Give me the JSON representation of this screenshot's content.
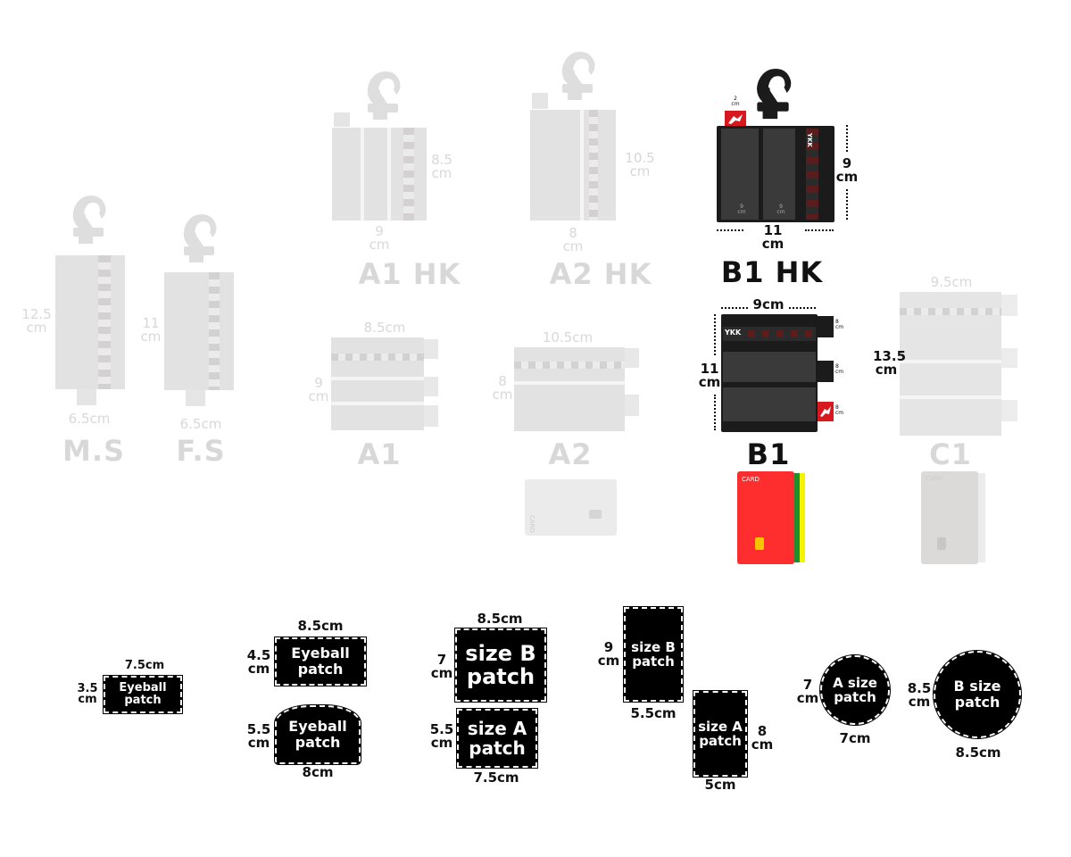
{
  "colors": {
    "faded_gray": "#d9d8d8",
    "faded_light": "#ebebeb",
    "wallet_black": "#1b1b1b",
    "wallet_panel": "#3a3a3a",
    "patch_red": "#d7181f",
    "card_red": "#ff2e2e",
    "card_green": "#1f8f2e",
    "card_yellow": "#f4f400",
    "card_chip": "#f5c400"
  },
  "icons": [
    "hook-icon",
    "wolf-logo-icon",
    "zipper-icon",
    "card-chip-icon"
  ],
  "products": {
    "ms": {
      "label": "M.S",
      "height": "12.5",
      "height_unit": "cm",
      "width": "6.5cm"
    },
    "fs": {
      "label": "F.S",
      "height": "11",
      "height_unit": "cm",
      "width": "6.5cm"
    },
    "a1hk": {
      "label": "A1 HK",
      "height": "8.5",
      "height_unit": "cm",
      "width": "9",
      "width_unit": "cm"
    },
    "a2hk": {
      "label": "A2 HK",
      "height": "10.5",
      "height_unit": "cm",
      "width": "8",
      "width_unit": "cm"
    },
    "b1hk": {
      "label": "B1 HK",
      "height": "9",
      "height_unit": "cm",
      "width": "11",
      "width_unit": "cm",
      "brand": "YKK",
      "patch_w": "2",
      "patch_u": "cm",
      "pocket_a": "9",
      "pocket_b": "9",
      "pocket_u": "cm"
    },
    "a1": {
      "label": "A1",
      "width": "8.5cm",
      "height": "9",
      "height_unit": "cm"
    },
    "a2": {
      "label": "A2",
      "width": "10.5cm",
      "height": "8",
      "height_unit": "cm",
      "card_text": "CARD"
    },
    "b1": {
      "label": "B1",
      "width": "9cm",
      "height": "11",
      "height_unit": "cm",
      "brand": "YKK",
      "side_a": "8",
      "side_b": "8",
      "side_c": "8",
      "side_u": "cm",
      "card_text": "CARD"
    },
    "c1": {
      "label": "C1",
      "width": "9.5cm",
      "height": "13.5",
      "height_unit": "cm",
      "card_text": "CARD"
    }
  },
  "patches": {
    "p1": {
      "text1": "Eyeball",
      "text2": "patch",
      "width": "7.5cm",
      "height": "3.5",
      "height_unit": "cm"
    },
    "p2": {
      "text1": "Eyeball",
      "text2": "patch",
      "width": "8.5cm",
      "height": "4.5",
      "height_unit": "cm"
    },
    "p3": {
      "text1": "Eyeball",
      "text2": "patch",
      "width": "8cm",
      "height": "5.5",
      "height_unit": "cm"
    },
    "p4": {
      "text1": "size B",
      "text2": "patch",
      "width": "8.5cm",
      "height": "7",
      "height_unit": "cm"
    },
    "p5": {
      "text1": "size A",
      "text2": "patch",
      "width": "7.5cm",
      "height": "5.5",
      "height_unit": "cm"
    },
    "p6": {
      "text1": "size B",
      "text2": "patch",
      "width": "5.5cm",
      "height": "9",
      "height_unit": "cm"
    },
    "p7": {
      "text1": "size A",
      "text2": "patch",
      "width": "5cm",
      "height": "8",
      "height_unit": "cm"
    },
    "p8": {
      "text1": "A size",
      "text2": "patch",
      "width": "7cm",
      "height": "7",
      "height_unit": "cm"
    },
    "p9": {
      "text1": "B size",
      "text2": "patch",
      "width": "8.5cm",
      "height": "8.5",
      "height_unit": "cm"
    }
  }
}
